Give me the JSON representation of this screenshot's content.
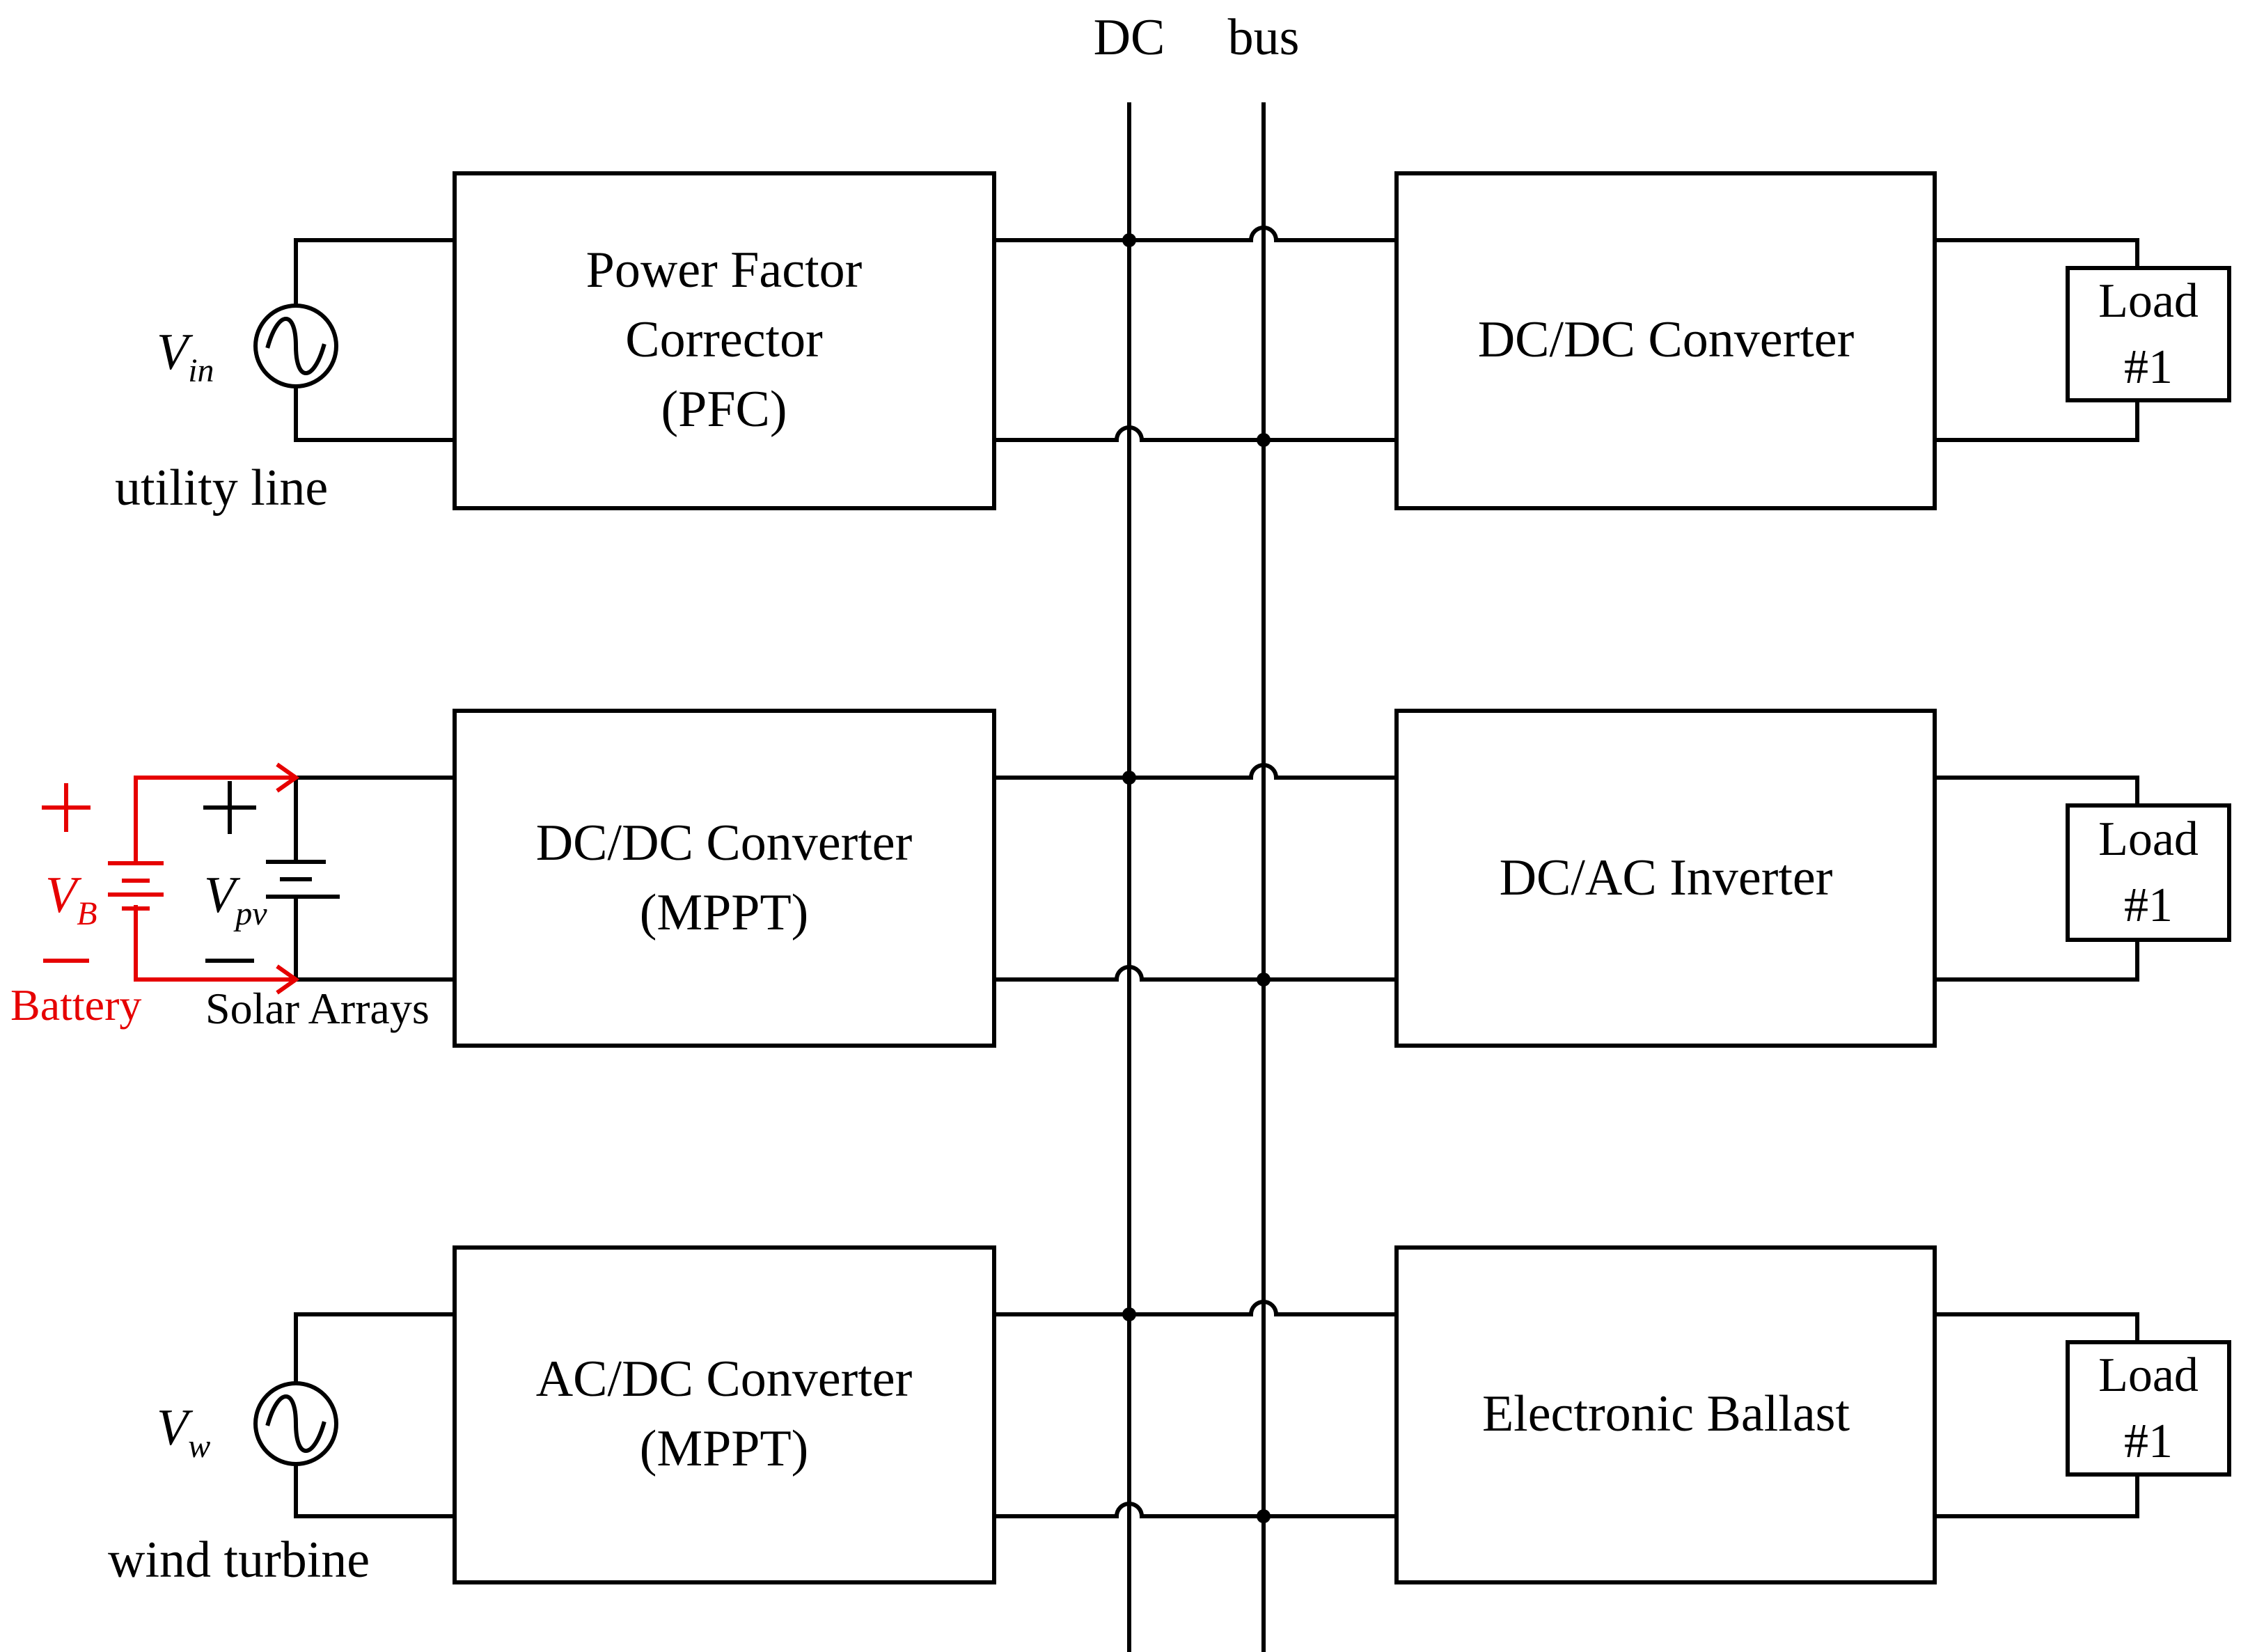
{
  "bus": {
    "label_left": "DC",
    "label_right": "bus"
  },
  "sources": {
    "utility": {
      "symbol": "V",
      "subscript": "in",
      "caption": "utility line"
    },
    "battery": {
      "symbol": "V",
      "subscript": "B",
      "caption": "Battery",
      "plus": "+",
      "minus": "−"
    },
    "solar": {
      "symbol": "V",
      "subscript": "pv",
      "caption": "Solar Arrays",
      "plus": "+",
      "minus": "−"
    },
    "wind": {
      "symbol": "V",
      "subscript": "w",
      "caption": "wind turbine"
    }
  },
  "converters": [
    {
      "lines": [
        "Power Factor",
        "Corrector",
        "(PFC)"
      ]
    },
    {
      "lines": [
        "DC/DC Converter",
        "(MPPT)"
      ]
    },
    {
      "lines": [
        "AC/DC Converter",
        "(MPPT)"
      ]
    }
  ],
  "outputs": [
    {
      "label": "DC/DC Converter"
    },
    {
      "label": "DC/AC Inverter"
    },
    {
      "label": "Electronic Ballast"
    }
  ],
  "loads": [
    {
      "line1": "Load",
      "line2": "#1"
    },
    {
      "line1": "Load",
      "line2": "#1"
    },
    {
      "line1": "Load",
      "line2": "#1"
    }
  ],
  "colors": {
    "wire": "#000000",
    "battery": "#e60000"
  }
}
